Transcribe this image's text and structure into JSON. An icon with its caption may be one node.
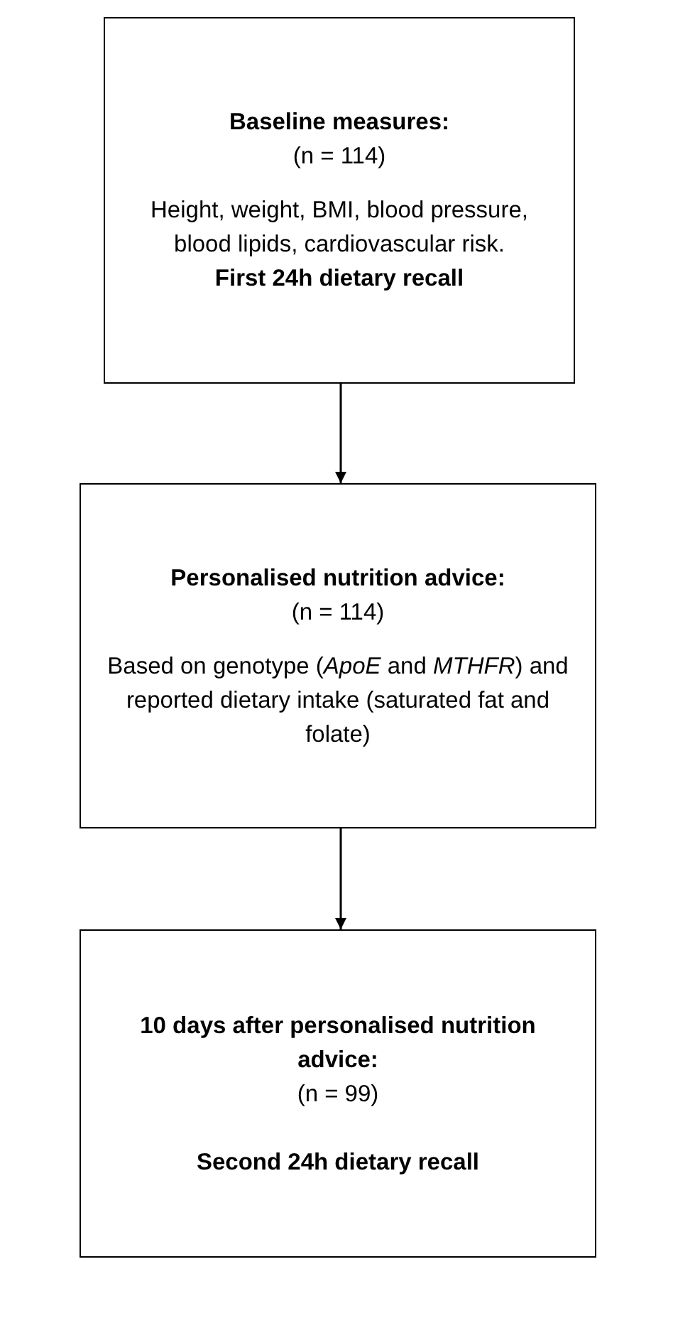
{
  "diagram": {
    "nodes": [
      {
        "text": [
          "Baseline measures:",
          "(n = 114)",
          "Height, weight, BMI, blood pressure, blood lipids, cardiovascular risk.",
          "First 24h dietary recall"
        ]
      },
      {
        "text": [
          "Personalised nutrition advice:",
          "(n = 114)",
          "Based on genotype (*ApoE* and *MTHFR*) and reported dietary intake (saturated fat and folate)"
        ]
      },
      {
        "text": [
          "10 days after personalised nutrition advice:",
          "(n = 99)",
          "Second 24h dietary recall"
        ]
      }
    ],
    "edges": [
      {
        "from": 0,
        "to": 1,
        "arrow": "to"
      },
      {
        "from": 1,
        "to": 2,
        "arrow": "to"
      }
    ]
  }
}
